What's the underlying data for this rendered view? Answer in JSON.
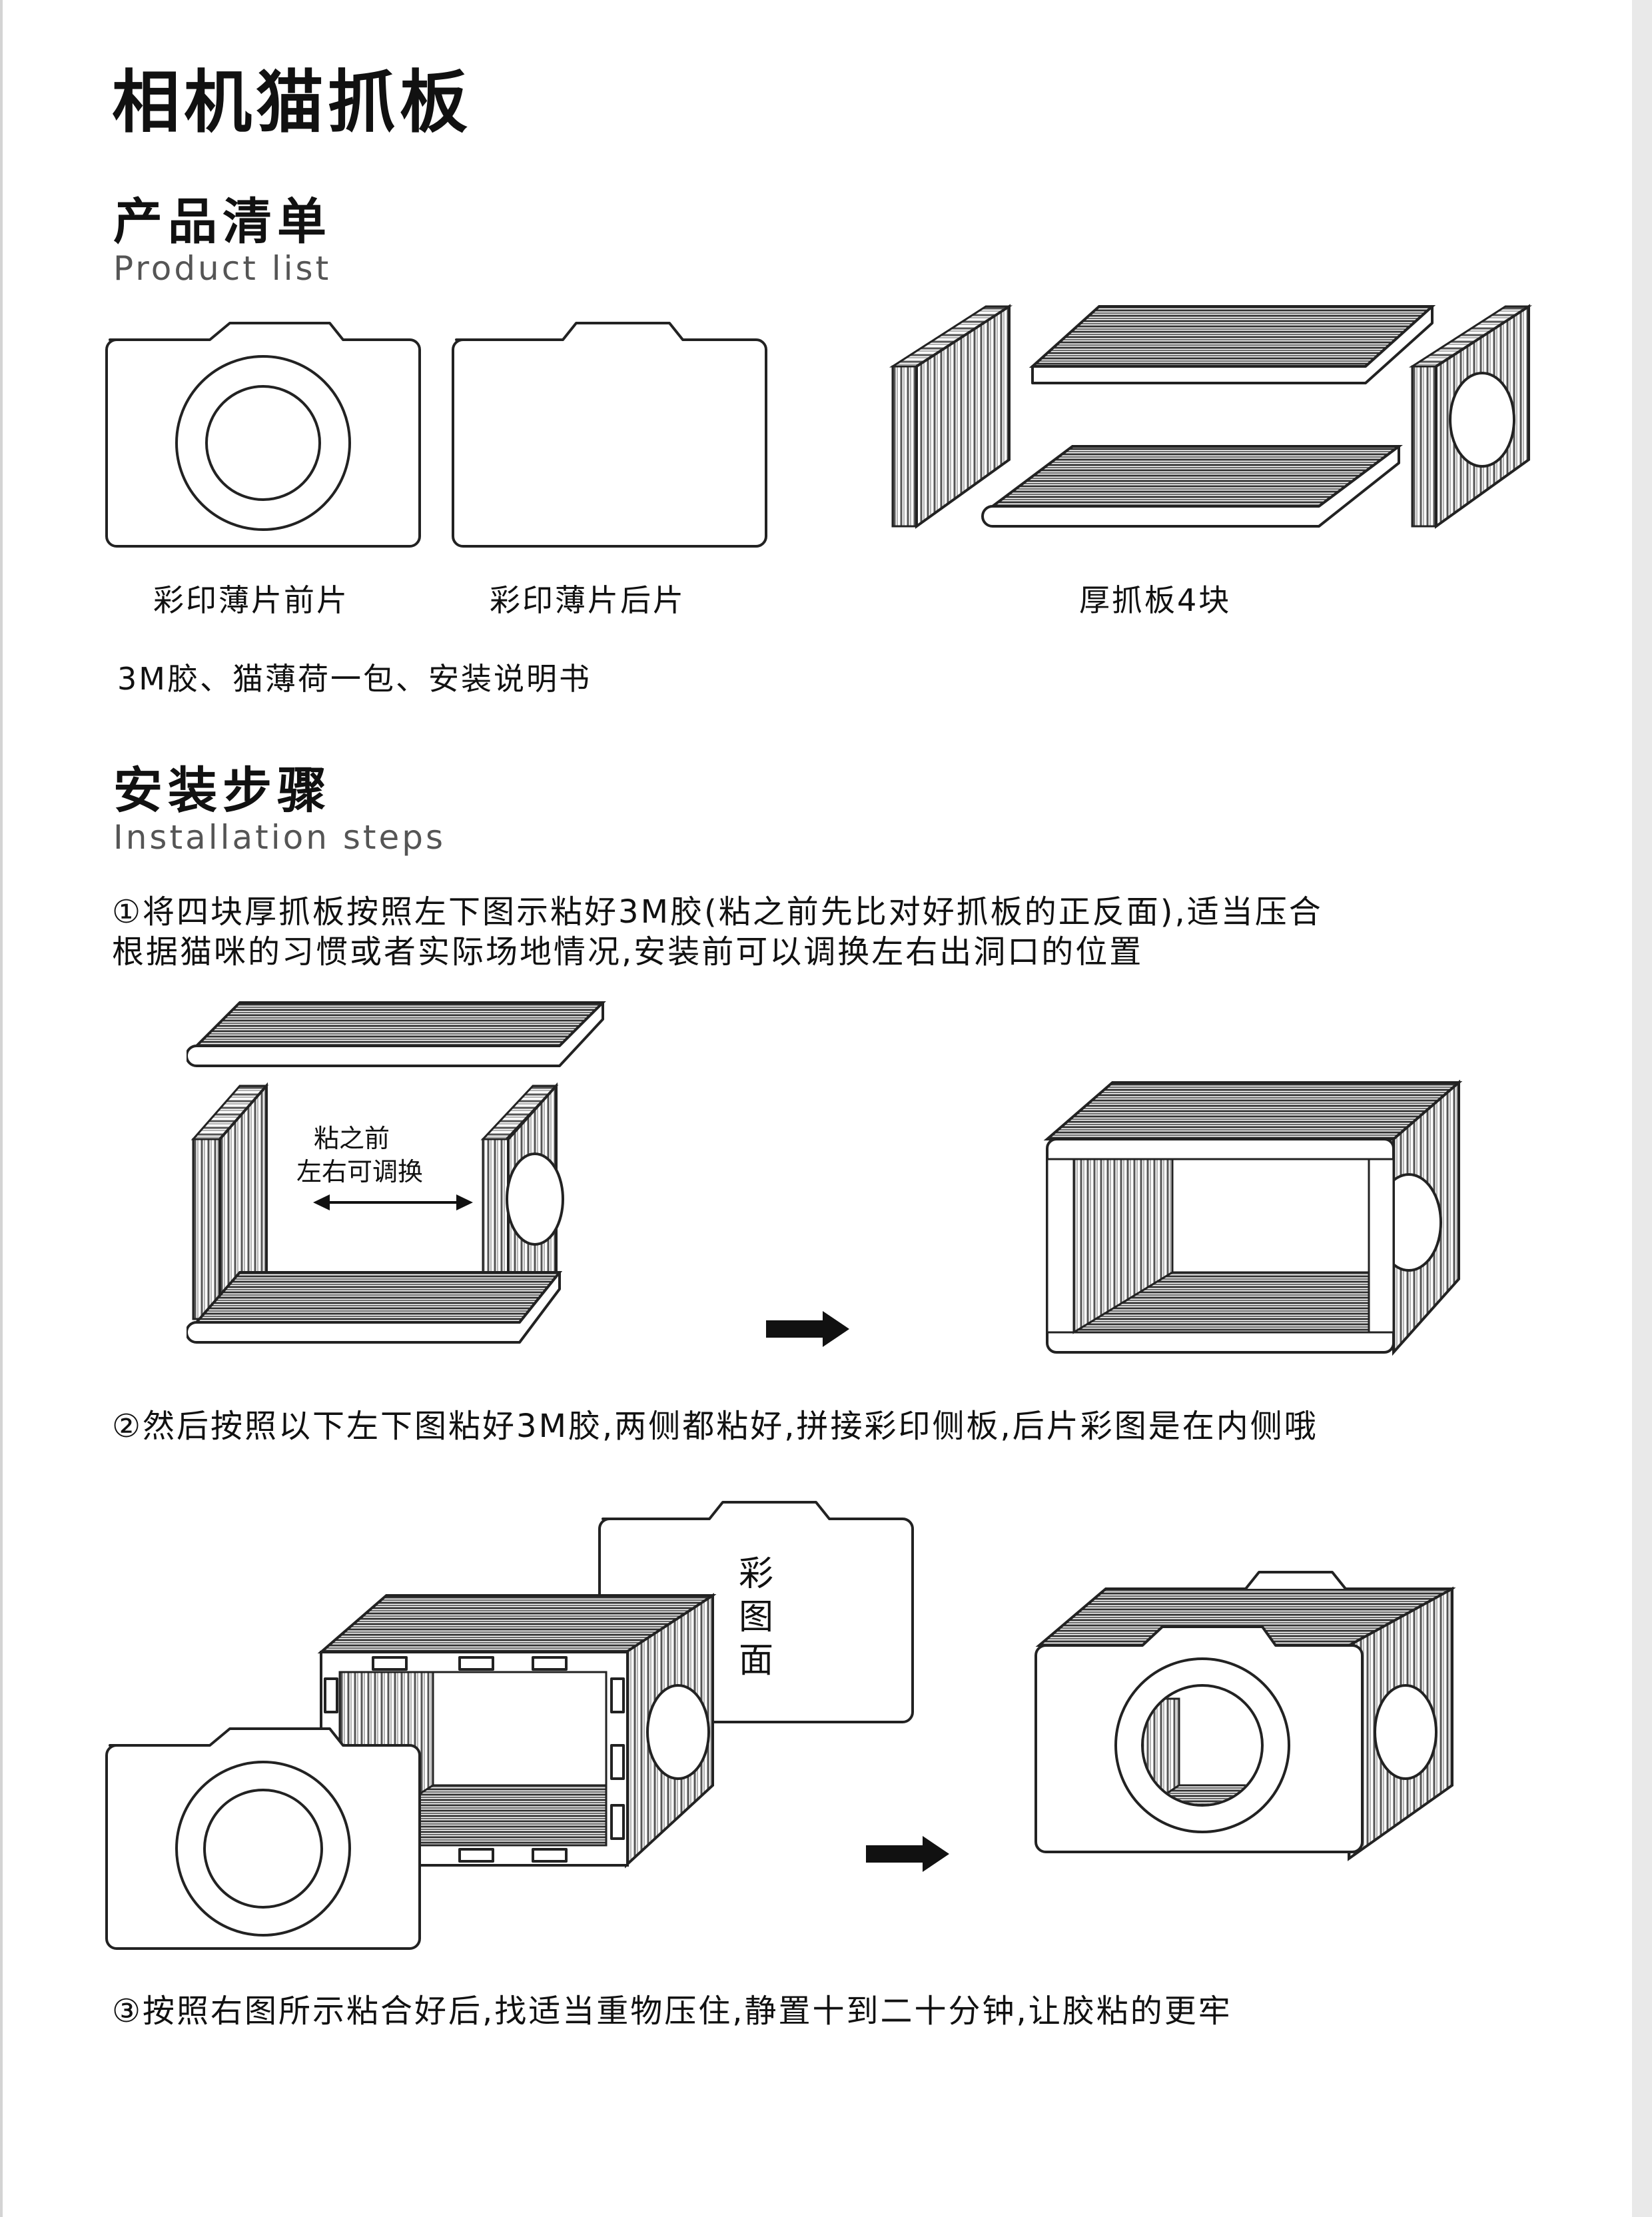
{
  "title": "相机猫抓板",
  "product_list": {
    "heading": "产品清单",
    "heading_en": "Product list",
    "items": [
      "彩印薄片前片",
      "彩印薄片后片",
      "厚抓板4块"
    ],
    "extras": "3M胶、猫薄荷一包、安装说明书"
  },
  "installation": {
    "heading": "安装步骤",
    "heading_en": "Installation steps",
    "step1_line1": "①将四块厚抓板按照左下图示粘好3M胶(粘之前先比对好抓板的正反面),适当压合",
    "step1_line2": "根据猫咪的习惯或者实际场地情况,安装前可以调换左右出洞口的位置",
    "step1_note_line1": "粘之前",
    "step1_note_line2": "左右可调换",
    "step2": "②然后按照以下左下图粘好3M胶,两侧都粘好,拼接彩印侧板,后片彩图是在内侧哦",
    "step2_label_chars": [
      "彩",
      "图",
      "面"
    ],
    "step3": "③按照右图所示粘合好后,找适当重物压住,静置十到二十分钟,让胶粘的更牢"
  },
  "icons": [
    "camera-front-sheet-icon",
    "camera-back-sheet-icon",
    "board-panels-icon",
    "arrow-right-icon"
  ],
  "colors": {
    "ink": "#111111",
    "page": "#ffffff",
    "frame": "#e9e9e9"
  }
}
